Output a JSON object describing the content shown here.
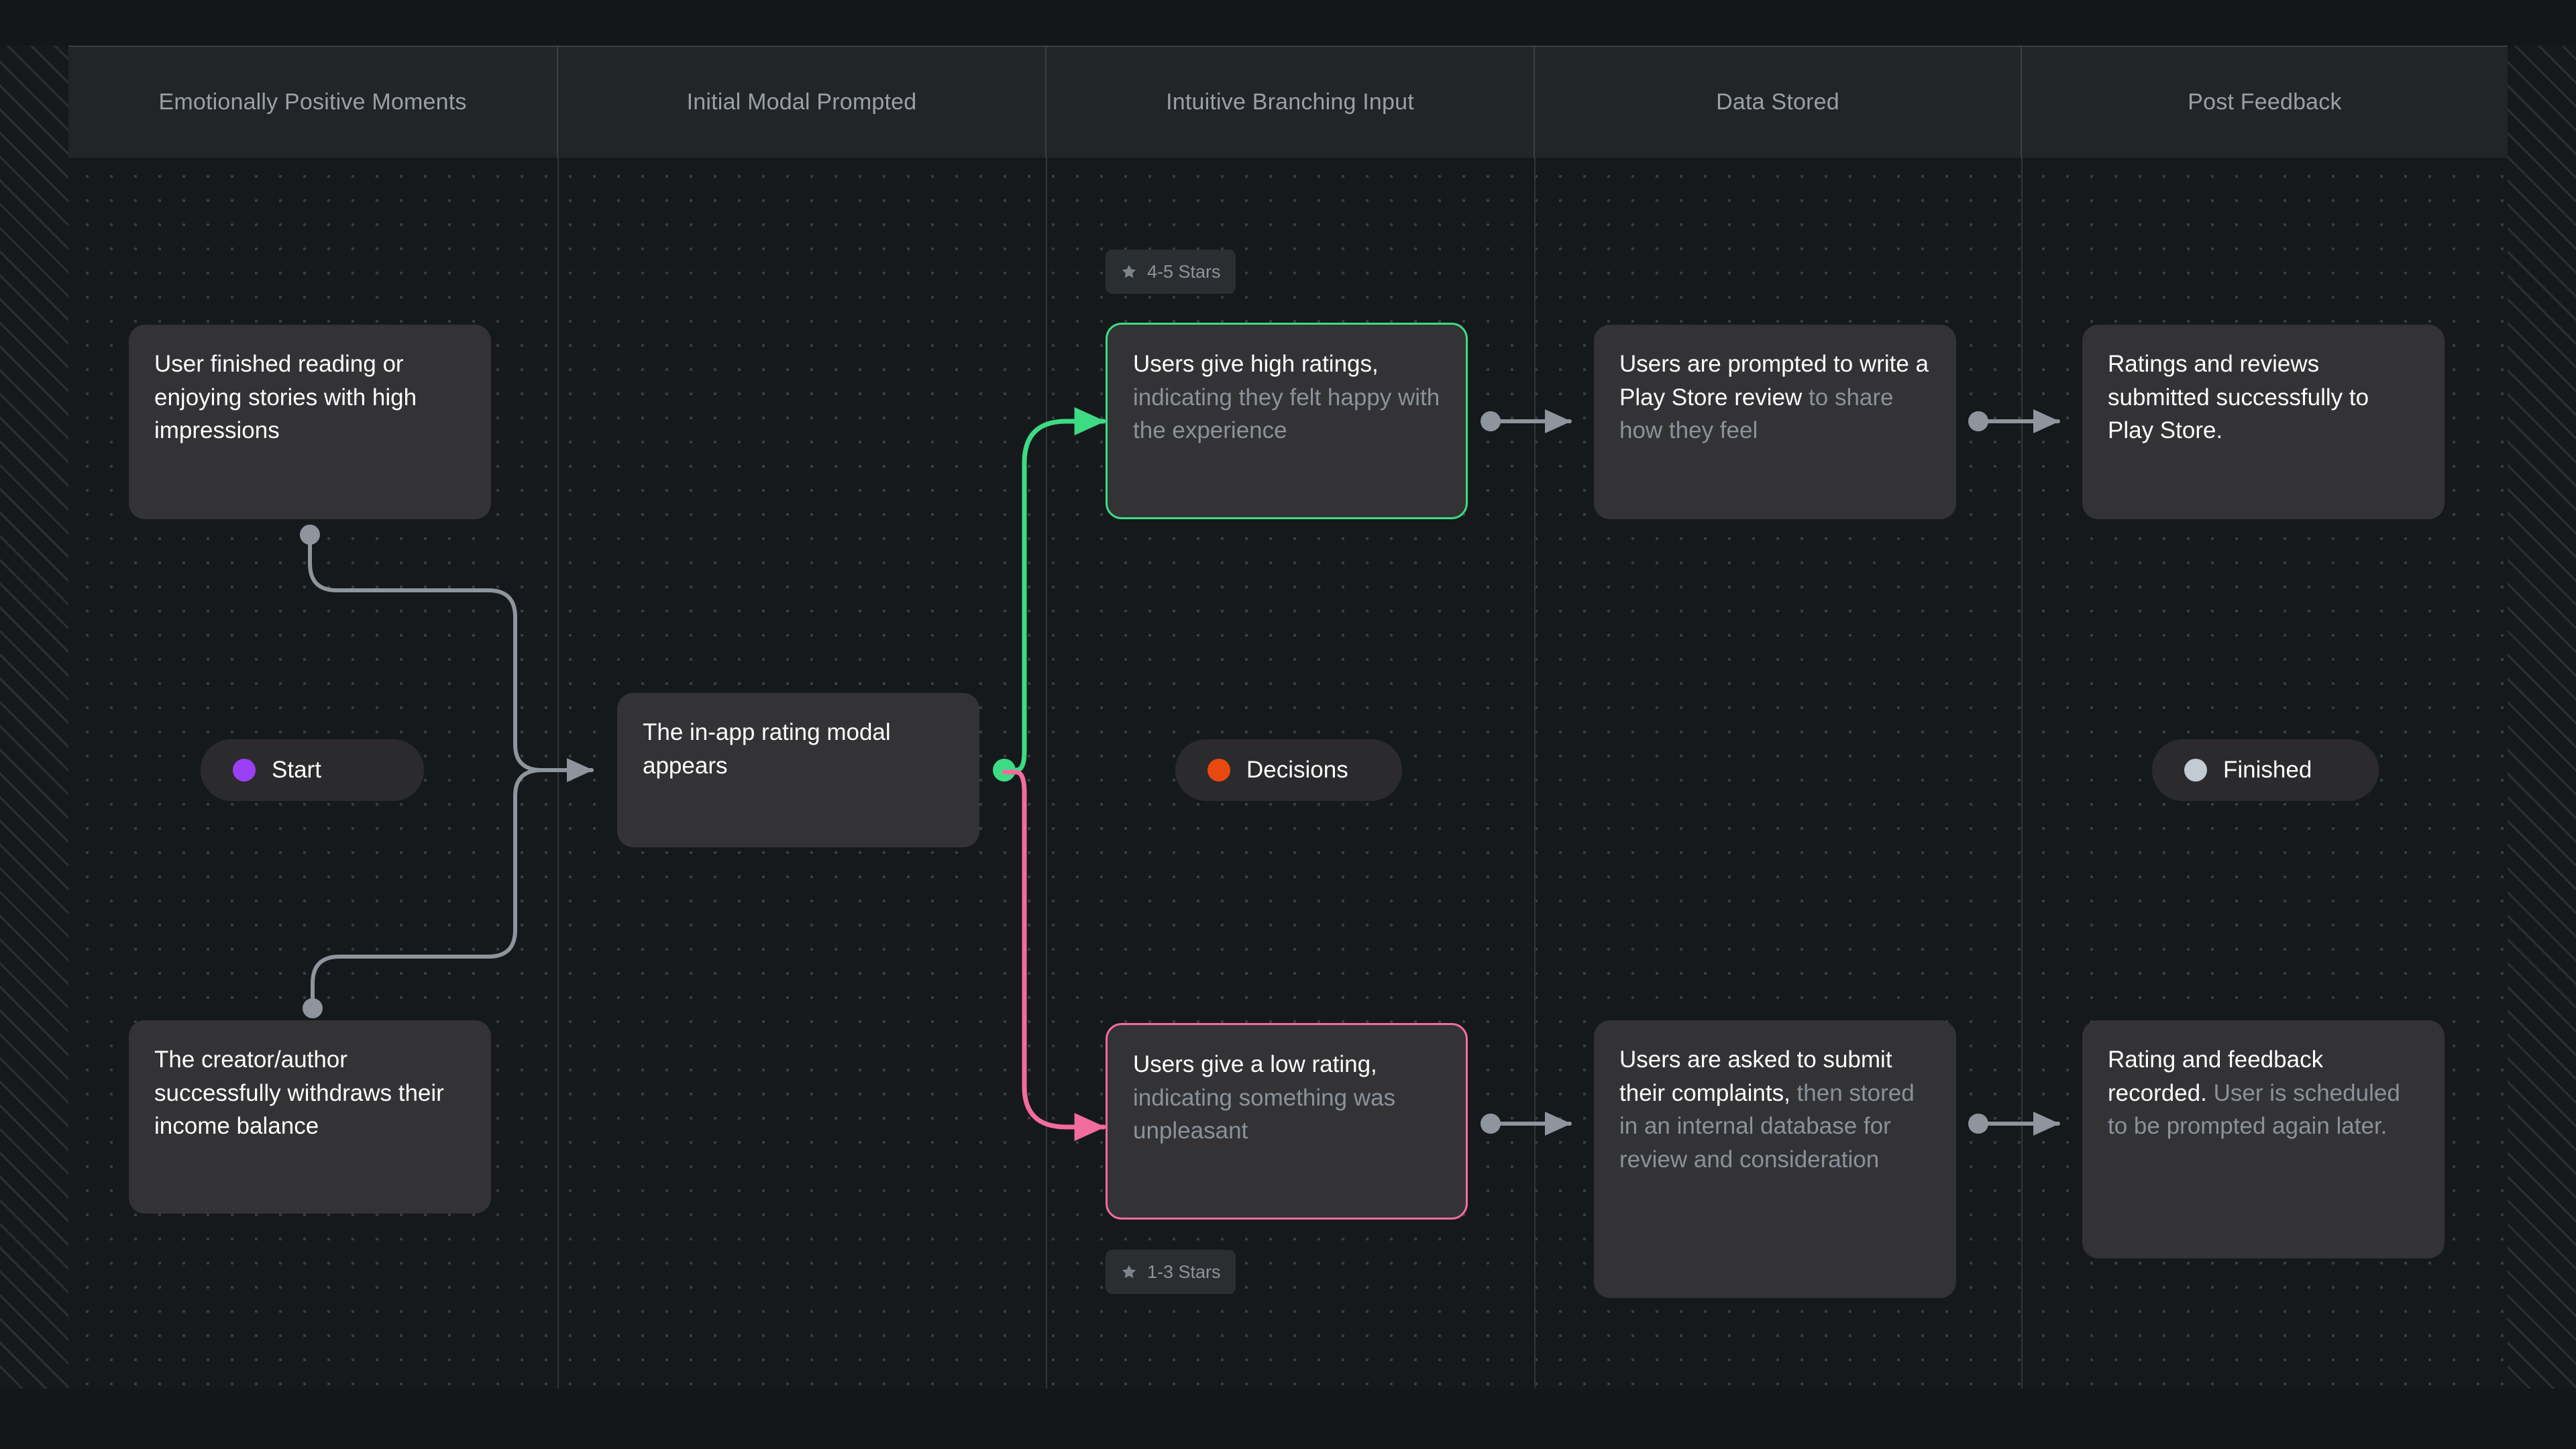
{
  "canvas": {
    "background": "#141719",
    "lane_background": "#16191c",
    "lane_header_background": "#222527",
    "divider_color": "#3b4045"
  },
  "lanes": [
    {
      "label": "Emotionally Positive Moments"
    },
    {
      "label": "Initial Modal Prompted"
    },
    {
      "label": "Intuitive Branching Input"
    },
    {
      "label": "Data Stored"
    },
    {
      "label": "Post Feedback"
    }
  ],
  "nodes": {
    "trigger_top": {
      "text": "User finished reading or enjoying stories with high impressions"
    },
    "trigger_bottom": {
      "text": "The creator/author successfully withdraws their income balance"
    },
    "modal": {
      "text": "The in-app rating modal appears"
    },
    "high_rating": {
      "strong": "Users give high ratings,",
      "muted": " indicating they felt happy with the experience",
      "border_color": "#3ddc84"
    },
    "low_rating": {
      "strong": "Users give a low rating,",
      "muted": " indicating something was unpleasant",
      "border_color": "#f36c9e"
    },
    "stored_top": {
      "strong": "Users are prompted to write a Play Store review",
      "muted": " to share how they feel"
    },
    "stored_bottom": {
      "strong": "Users are asked to submit their complaints,",
      "muted": " then stored in an internal database for review and consideration"
    },
    "feedback_top": {
      "strong": "Ratings and reviews submitted successfully to Play Store.",
      "muted": ""
    },
    "feedback_bottom": {
      "strong": "Rating and feedback recorded.",
      "muted": " User is scheduled to be prompted again later."
    }
  },
  "pills": {
    "start": {
      "label": "Start",
      "dot_color": "#9b3ff5",
      "dot_name": "start-status-dot"
    },
    "decisions": {
      "label": "Decisions",
      "dot_color": "#e9490f",
      "dot_name": "decisions-status-dot"
    },
    "finished": {
      "label": "Finished",
      "dot_color": "#c2cad3",
      "dot_name": "finished-status-dot"
    }
  },
  "badges": {
    "high": {
      "label": "4-5 Stars",
      "icon": "star-icon"
    },
    "low": {
      "label": "1-3 Stars",
      "icon": "star-icon"
    }
  },
  "edges": {
    "neutral_color": "#8e959d",
    "high_branch_color": "#3ddc84",
    "low_branch_color": "#f36c9e"
  }
}
